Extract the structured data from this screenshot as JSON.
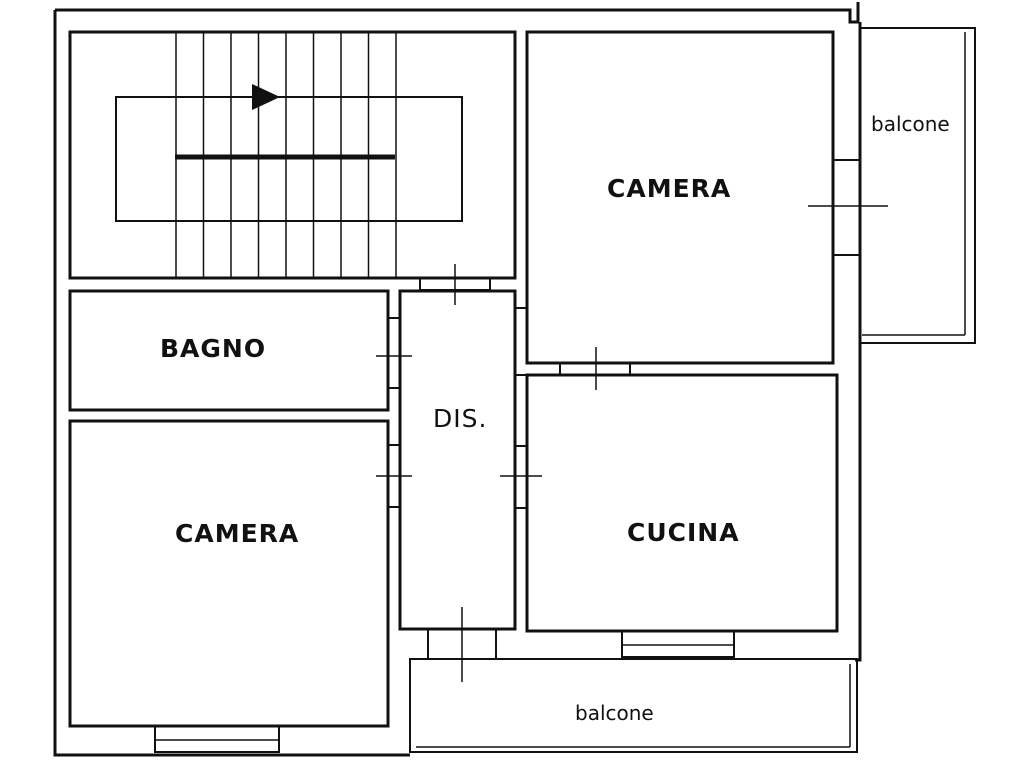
{
  "rooms": {
    "camera_top": "CAMERA",
    "camera_bottom": "CAMERA",
    "bagno": "BAGNO",
    "dis": "DIS.",
    "cucina": "CUCINA",
    "balcone_right": "balcone",
    "balcone_bottom": "balcone"
  }
}
